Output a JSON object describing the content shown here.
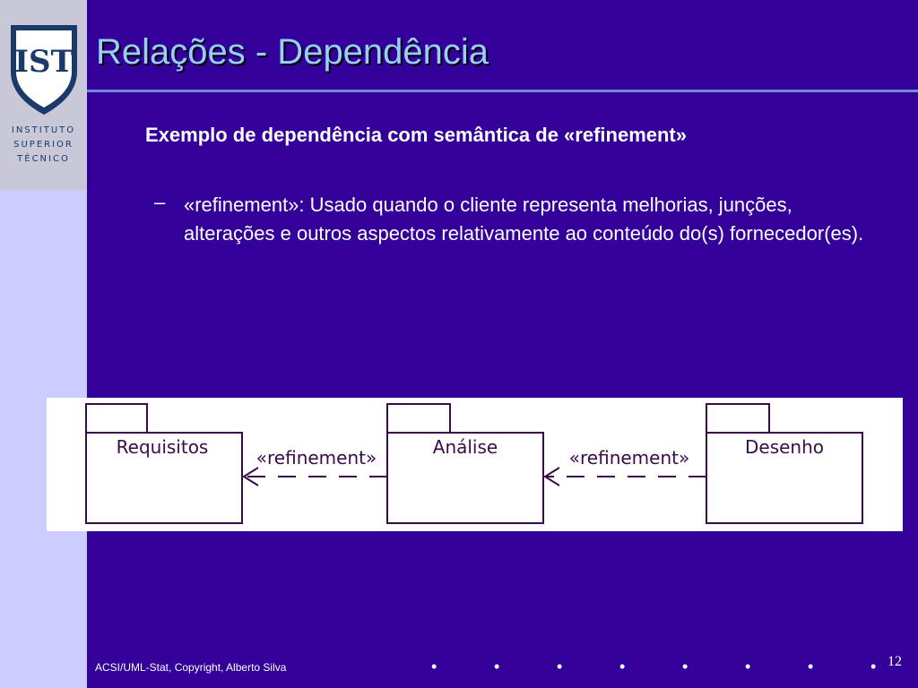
{
  "logo": {
    "mark": "IST",
    "lines": [
      "INSTITUTO",
      "SUPERIOR",
      "TÉCNICO"
    ]
  },
  "slide": {
    "title": "Relações - Dependência",
    "heading": "Exemplo de dependência com semântica de «refinement»",
    "bullet_dash": "–",
    "bullet_text": "«refinement»: Usado quando o cliente representa melhorias, junções, alterações e outros aspectos relativamente ao conteúdo do(s) fornecedor(es)."
  },
  "diagram": {
    "packages": [
      "Requisitos",
      "Análise",
      "Desenho"
    ],
    "dependencies": [
      {
        "from": "Análise",
        "to": "Requisitos",
        "label": "«refinement»"
      },
      {
        "from": "Desenho",
        "to": "Análise",
        "label": "«refinement»"
      }
    ]
  },
  "footer": {
    "text": "ACSI/UML-Stat, Copyright, Alberto Silva",
    "page": "12"
  },
  "colors": {
    "background": "#33009a",
    "sidebar": "#ccccff",
    "title": "#99ccff",
    "diagram_line": "#3a0a4a"
  }
}
